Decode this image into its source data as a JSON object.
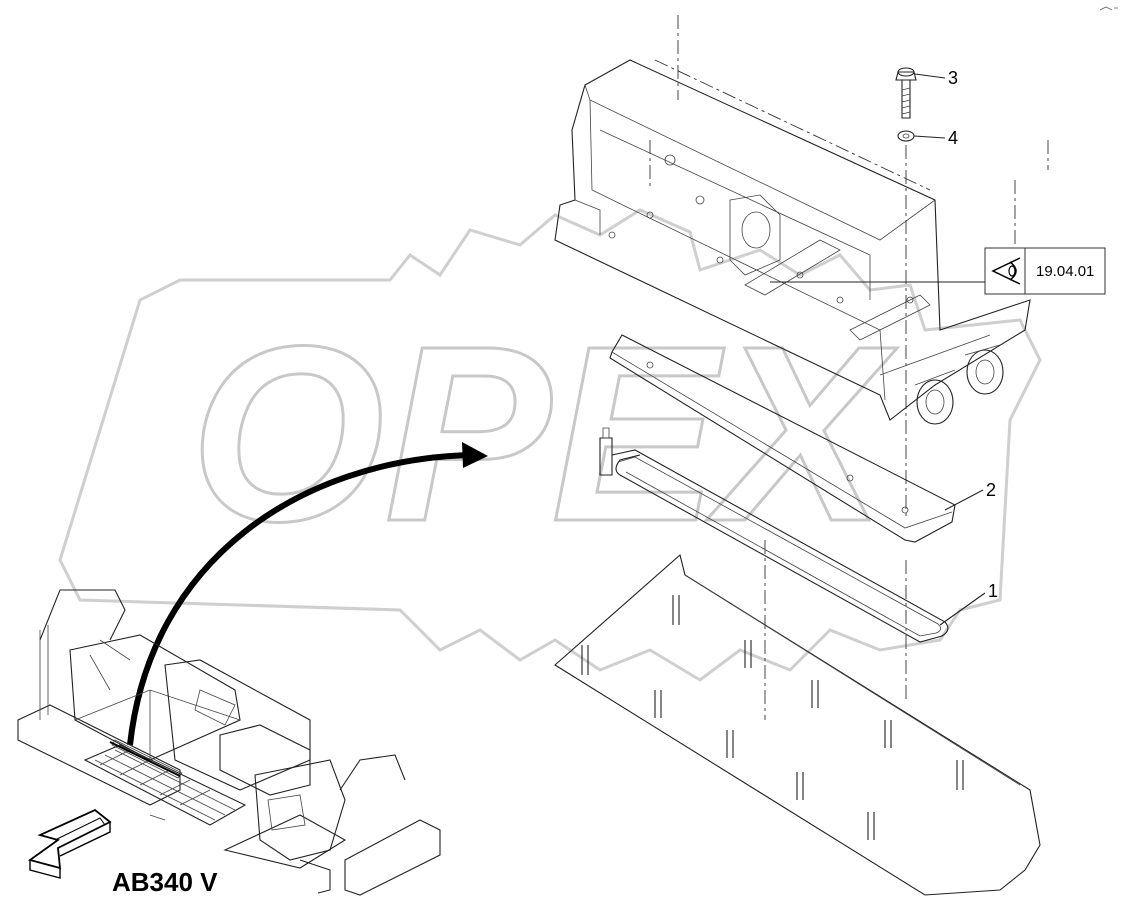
{
  "watermark": {
    "text": "OPEX"
  },
  "callouts": [
    {
      "number": "1",
      "part": "hose-loop"
    },
    {
      "number": "2",
      "part": "cover-plate"
    },
    {
      "number": "3",
      "part": "bolt"
    },
    {
      "number": "4",
      "part": "washer"
    }
  ],
  "reference": {
    "code": "19.04.01",
    "icon": "eye-view-icon"
  },
  "model": {
    "label": "AB340 V"
  },
  "colors": {
    "line": "#222222",
    "watermark": "#c8c8c8",
    "arrow": "#000000"
  }
}
